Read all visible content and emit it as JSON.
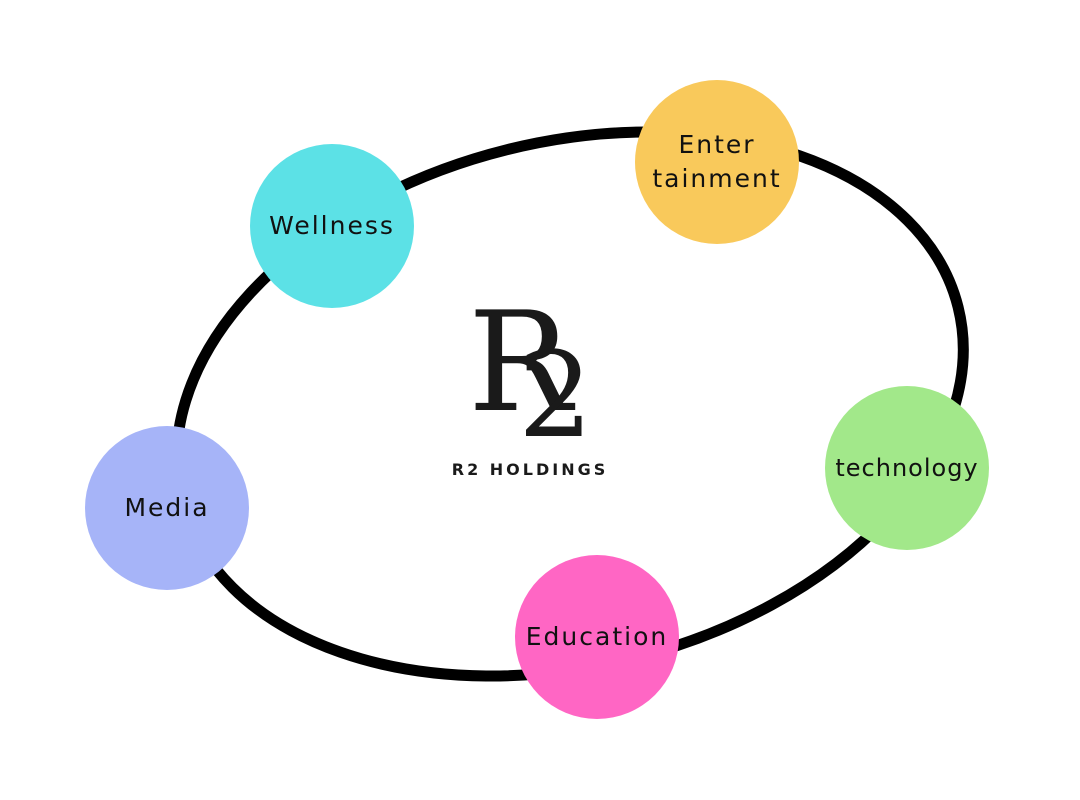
{
  "center": {
    "logo_mark_r": "R",
    "logo_mark_2": "2",
    "company_name": "R2 HOLDINGS"
  },
  "nodes": [
    {
      "label_line1": "Wellness",
      "label_line2": "",
      "color": "#5ce1e6"
    },
    {
      "label_line1": "Enter",
      "label_line2": "tainment",
      "color": "#f9c95b"
    },
    {
      "label_line1": "technology",
      "label_line2": "",
      "color": "#a2e88a"
    },
    {
      "label_line1": "Education",
      "label_line2": "",
      "color": "#ff66c4"
    },
    {
      "label_line1": "Media",
      "label_line2": "",
      "color": "#a6b4f8"
    }
  ],
  "ring": {
    "color": "#000000"
  }
}
